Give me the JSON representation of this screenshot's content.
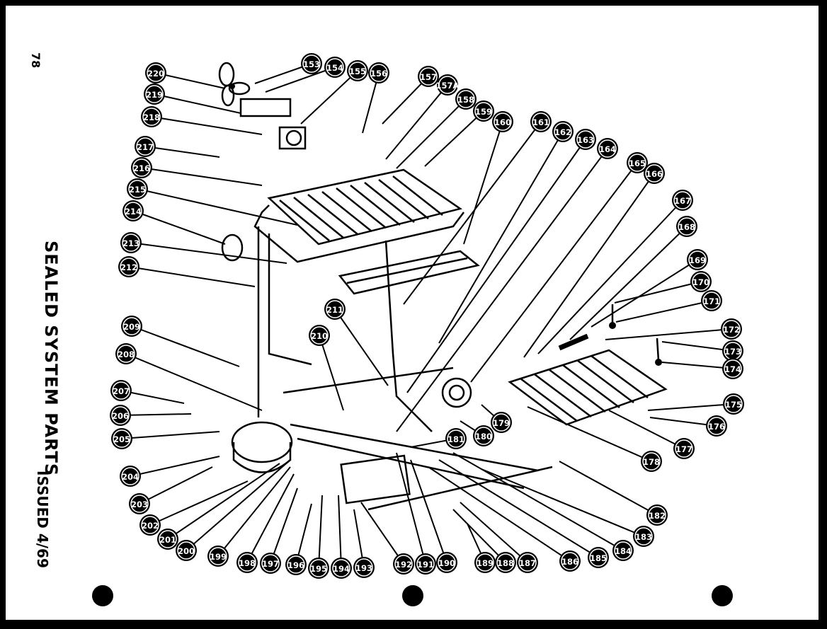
{
  "document": {
    "title": "SEALED SYSTEM PARTS",
    "issued": "ISSUED 4/69",
    "page_number": "78"
  },
  "callouts": [
    {
      "label": "153"
    },
    {
      "label": "154"
    },
    {
      "label": "155"
    },
    {
      "label": "156"
    },
    {
      "label": "157"
    },
    {
      "label": "157A"
    },
    {
      "label": "158"
    },
    {
      "label": "159"
    },
    {
      "label": "160"
    },
    {
      "label": "161"
    },
    {
      "label": "162"
    },
    {
      "label": "163"
    },
    {
      "label": "164"
    },
    {
      "label": "165"
    },
    {
      "label": "166"
    },
    {
      "label": "167"
    },
    {
      "label": "168"
    },
    {
      "label": "169"
    },
    {
      "label": "170"
    },
    {
      "label": "171"
    },
    {
      "label": "172"
    },
    {
      "label": "173"
    },
    {
      "label": "174"
    },
    {
      "label": "175"
    },
    {
      "label": "176"
    },
    {
      "label": "177"
    },
    {
      "label": "178"
    },
    {
      "label": "179"
    },
    {
      "label": "180"
    },
    {
      "label": "181"
    },
    {
      "label": "182"
    },
    {
      "label": "183"
    },
    {
      "label": "184"
    },
    {
      "label": "185"
    },
    {
      "label": "186"
    },
    {
      "label": "187"
    },
    {
      "label": "188"
    },
    {
      "label": "189"
    },
    {
      "label": "190"
    },
    {
      "label": "191"
    },
    {
      "label": "192"
    },
    {
      "label": "193"
    },
    {
      "label": "194"
    },
    {
      "label": "195"
    },
    {
      "label": "196"
    },
    {
      "label": "197"
    },
    {
      "label": "198"
    },
    {
      "label": "199"
    },
    {
      "label": "200"
    },
    {
      "label": "201"
    },
    {
      "label": "202"
    },
    {
      "label": "203"
    },
    {
      "label": "204"
    },
    {
      "label": "205"
    },
    {
      "label": "206"
    },
    {
      "label": "207"
    },
    {
      "label": "208"
    },
    {
      "label": "209"
    },
    {
      "label": "210"
    },
    {
      "label": "211"
    },
    {
      "label": "212"
    },
    {
      "label": "213"
    },
    {
      "label": "214"
    },
    {
      "label": "215"
    },
    {
      "label": "216"
    },
    {
      "label": "217"
    },
    {
      "label": "218"
    },
    {
      "label": "219"
    },
    {
      "label": "220"
    }
  ]
}
